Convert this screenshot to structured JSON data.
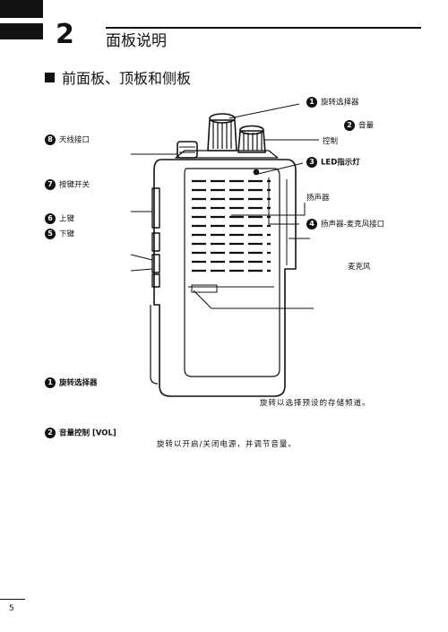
{
  "header": {
    "chapter_number": "2",
    "chapter_title": "面板说明",
    "section_title": "前面板、顶板和侧板"
  },
  "callouts": [
    {
      "num": "1",
      "text": "旋转选择器"
    },
    {
      "num": "2",
      "text": "音量"
    },
    {
      "num": "",
      "text": "控制"
    },
    {
      "num": "3",
      "text": "LED指示灯"
    },
    {
      "num": "",
      "text": "扬声器"
    },
    {
      "num": "4",
      "text": "扬声器-麦克风接口"
    },
    {
      "num": "",
      "text": "麦克风"
    },
    {
      "num": "8",
      "text": "天线接口"
    },
    {
      "num": "7",
      "text": "按键开关"
    },
    {
      "num": "6",
      "text": "上键"
    },
    {
      "num": "5",
      "text": "下键"
    }
  ],
  "descriptions": [
    {
      "num": "1",
      "title": "旋转选择器",
      "text": "旋转以选择预设的存储频道。"
    },
    {
      "num": "2",
      "title": "音量控制 [VOL]",
      "text": "旋转以开启/关闭电源，并调节音量。"
    }
  ],
  "footer": {
    "page_number": "5"
  }
}
